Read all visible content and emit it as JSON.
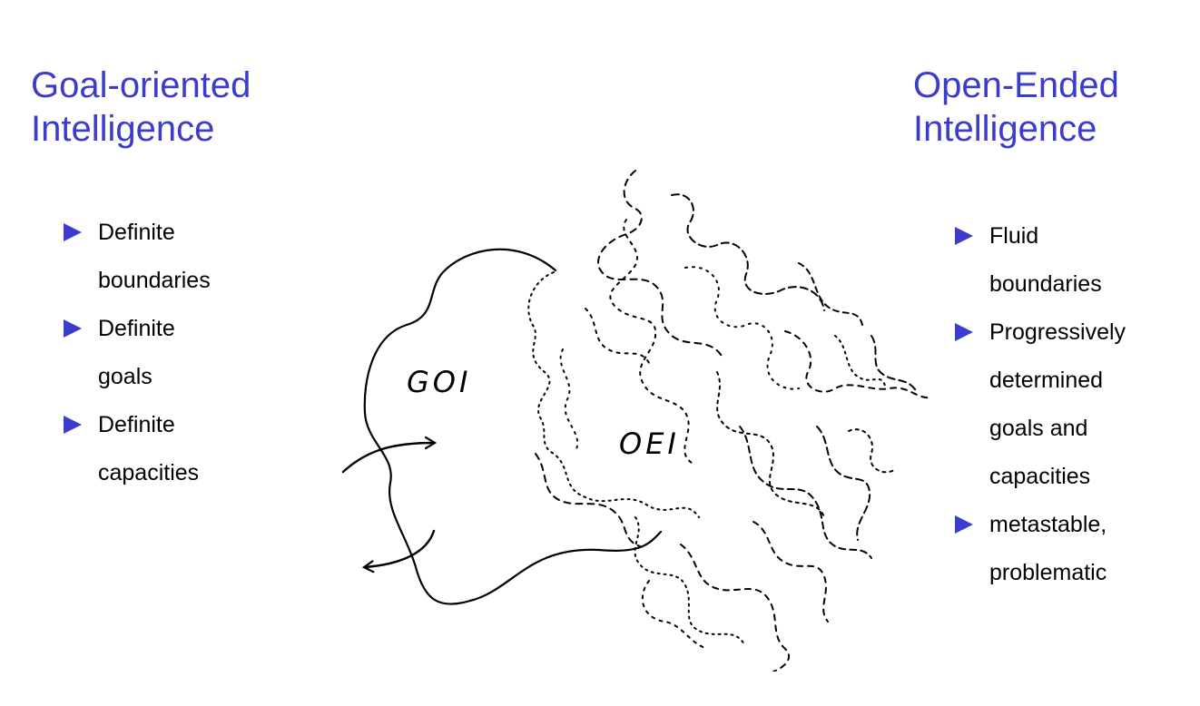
{
  "left": {
    "title": [
      "Goal-oriented",
      "Intelligence"
    ],
    "bullets": [
      [
        "Definite",
        "boundaries"
      ],
      [
        "Definite",
        "goals"
      ],
      [
        "Definite",
        "capacities"
      ]
    ]
  },
  "right": {
    "title": [
      "Open-Ended",
      "Intelligence"
    ],
    "bullets": [
      [
        "Fluid",
        "boundaries"
      ],
      [
        "Progressively",
        "determined",
        "goals and",
        "capacities"
      ],
      [
        "metastable,",
        "problematic"
      ]
    ]
  },
  "diagram": {
    "goi_label": "GOI",
    "oei_label": "OEI"
  },
  "colors": {
    "title": "#3c3ccc",
    "bullet": "#3c3ccc",
    "text": "#000000"
  }
}
